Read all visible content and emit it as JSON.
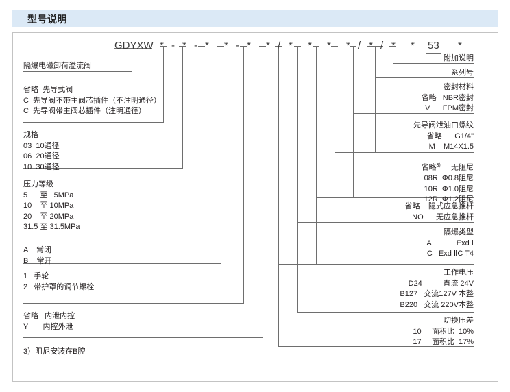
{
  "header": {
    "title": "型号说明"
  },
  "model": {
    "prefix": "GDYXW",
    "code_tokens": [
      "*",
      "-",
      "*",
      "-",
      "*",
      "*",
      "-",
      "*",
      "*",
      "/",
      "*",
      "*",
      "*",
      "*",
      "/",
      "*",
      "/",
      "*",
      "*",
      "53",
      "*"
    ],
    "series_number_literal": "53"
  },
  "left_blocks": [
    {
      "name": "product-name",
      "lines": [
        "隔爆电磁卸荷溢流阀"
      ]
    },
    {
      "name": "pilot-type",
      "lines": [
        "省略  先导式阀",
        "C  先导阀不带主阀芯插件（不注明通径）",
        "C  先导阀带主阀芯插件（注明通径）"
      ]
    },
    {
      "name": "specification",
      "lines": [
        "规格",
        "03  10通径",
        "06  20通径",
        "10  30通径"
      ]
    },
    {
      "name": "pressure-rating",
      "lines": [
        "压力等级",
        "5      至   5MPa",
        "10    至 10MPa",
        "20    至 20MPa",
        "31.5 至 31.5MPa"
      ]
    },
    {
      "name": "normal-state",
      "lines": [
        "A    常闭",
        "B    常开"
      ]
    },
    {
      "name": "adjustment-type",
      "lines": [
        "1   手轮",
        "2   带护罩的调节螺栓"
      ]
    },
    {
      "name": "drain-control",
      "lines": [
        "省略   内泄内控",
        "Y       内控外泄"
      ]
    }
  ],
  "footnote": "3）阻尼安装在B腔",
  "right_blocks": [
    {
      "name": "additional-note",
      "lines": [
        "附加说明"
      ],
      "underline": true
    },
    {
      "name": "series-number",
      "lines": [
        "系列号"
      ],
      "underline": true
    },
    {
      "name": "seal-material",
      "lines": [
        "密封材料",
        "省略   NBR密封",
        "V      FPM密封"
      ],
      "underline": true
    },
    {
      "name": "pilot-drain-port-thread",
      "lines": [
        "先导阀泄油口螺纹",
        "省略      G1/4\"",
        "M    M14X1.5"
      ],
      "underline": true
    },
    {
      "name": "damping-orifice",
      "lines": [
        "省略3)     无阻尼",
        "08R  Φ0.8阻尼",
        "10R  Φ1.0阻尼",
        "12R  Φ1.2阻尼"
      ],
      "underline": true,
      "superscript_on_first": "3)"
    },
    {
      "name": "emergency-push-rod",
      "lines": [
        "省略    隐式应急推杆",
        "NO      无应急推杆"
      ],
      "underline": true
    },
    {
      "name": "explosion-proof-type",
      "lines": [
        "隔爆类型",
        "A            Exd Ⅰ",
        "C   Exd ⅡC T4"
      ],
      "underline": true
    },
    {
      "name": "working-voltage",
      "lines": [
        "工作电压",
        "D24          直流 24V",
        "B127   交流127V 本整",
        "B220   交流 220V本整"
      ],
      "underline": true
    },
    {
      "name": "switching-pressure-differential",
      "lines": [
        "切换压差",
        "10     面积比  10%",
        "17     面积比  17%"
      ],
      "underline": true
    }
  ],
  "colors": {
    "header_bg": "#dbe9f6",
    "frame_border": "#c3c3c3",
    "line": "#6e6e6e",
    "text": "#231f20"
  }
}
